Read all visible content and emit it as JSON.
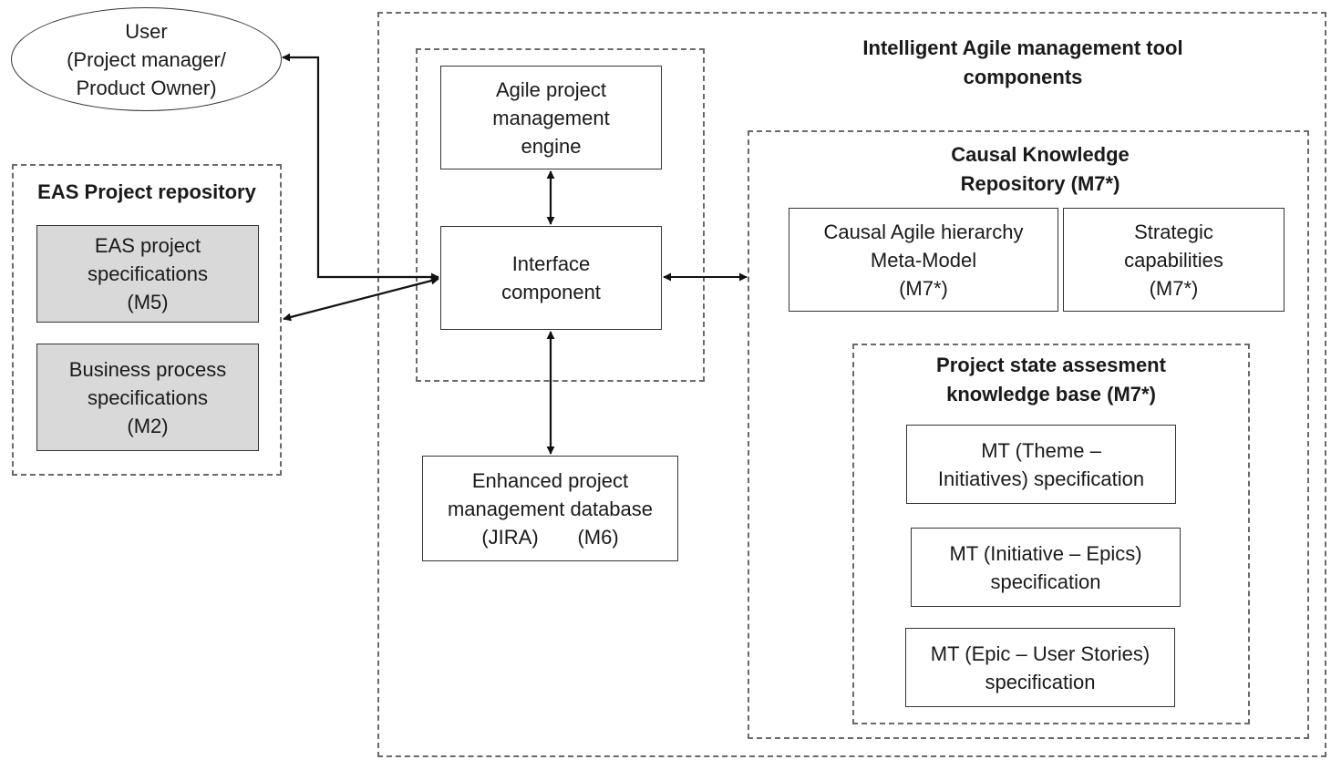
{
  "user": {
    "lines": [
      "User",
      "(Project manager/",
      "Product Owner)"
    ]
  },
  "eas_repository": {
    "title": "EAS Project repository",
    "project_specs": {
      "lines": [
        "EAS project",
        "specifications",
        "(M5)"
      ]
    },
    "business_specs": {
      "lines": [
        "Business process",
        "specifications",
        "(M2)"
      ]
    }
  },
  "tool": {
    "title": [
      "Intelligent Agile management tool",
      "components"
    ],
    "engine": {
      "lines": [
        "Agile project",
        "management",
        "engine"
      ]
    },
    "interface": {
      "lines": [
        "Interface",
        "component"
      ]
    },
    "database": {
      "lines": [
        "Enhanced project",
        "management database",
        "(JIRA)       (M6)"
      ]
    }
  },
  "causal_repository": {
    "title": [
      "Causal Knowledge",
      "Repository (M7*)"
    ],
    "meta_model": {
      "lines": [
        "Causal Agile hierarchy",
        "Meta-Model",
        "(M7*)"
      ]
    },
    "strategic": {
      "lines": [
        "Strategic",
        "capabilities",
        "(M7*)"
      ]
    }
  },
  "assessment_kb": {
    "title": [
      "Project state assesment",
      "knowledge base (M7*)"
    ],
    "theme_initiatives": {
      "lines": [
        "MT (Theme –",
        "Initiatives) specification"
      ]
    },
    "initiative_epics": {
      "lines": [
        "MT (Initiative – Epics)",
        "specification"
      ]
    },
    "epic_stories": {
      "lines": [
        "MT (Epic – User Stories)",
        "specification"
      ]
    }
  }
}
